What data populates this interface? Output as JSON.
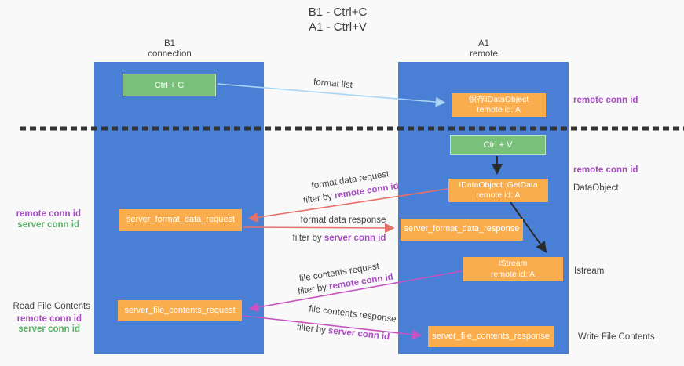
{
  "title": {
    "line1": "B1 - Ctrl+C",
    "line2": "A1 - Ctrl+V"
  },
  "columns": {
    "left": {
      "name": "B1",
      "subtitle": "connection"
    },
    "right": {
      "name": "A1",
      "subtitle": "remote"
    }
  },
  "boxes": {
    "ctrl_c": {
      "label": "Ctrl + C"
    },
    "save_dataobject": {
      "line1": "保存IDataObject",
      "line2": "remote id: A"
    },
    "ctrl_v": {
      "label": "Ctrl + V"
    },
    "getdata": {
      "line1": "IDataObject::GetData",
      "line2": "remote id: A"
    },
    "format_request": {
      "label": "server_format_data_request"
    },
    "format_response": {
      "label": "server_format_data_response"
    },
    "istream": {
      "line1": "IStream",
      "line2": "remote id: A"
    },
    "file_request": {
      "label": "server_file_contents_request"
    },
    "file_response": {
      "label": "server_file_contents_response"
    }
  },
  "flow_labels": {
    "format_list": "format list",
    "format_data_request": "format data request",
    "format_data_request_filter_prefix": "filter by ",
    "format_data_request_filter_key": "remote conn id",
    "format_data_response": "format data response",
    "format_data_response_filter_prefix": "filter by ",
    "format_data_response_filter_key": "server conn id",
    "file_contents_request": "file contents request",
    "file_contents_request_filter_prefix": "filter by ",
    "file_contents_request_filter_key": "remote conn id",
    "file_contents_response": "file contents response",
    "file_contents_response_filter_prefix": "filter by ",
    "file_contents_response_filter_key": "server conn id"
  },
  "side_labels": {
    "right_top_remote_conn_id": "remote conn id",
    "right_mid_remote_conn_id": "remote conn id",
    "dataobject": "DataObject",
    "istream": "Istream",
    "write_file_contents": "Write File Contents",
    "left_format_remote_conn_id": "remote conn id",
    "left_format_server_conn_id": "server conn id",
    "read_file_contents": "Read File Contents",
    "left_file_remote_conn_id": "remote conn id",
    "left_file_server_conn_id": "server conn id"
  },
  "colors": {
    "lifeline_blue": "#4a7fd6",
    "box_green": "#79c17b",
    "box_orange": "#f9ad4d",
    "arrow_light_blue": "#a9d5f3",
    "arrow_red": "#e7706b",
    "arrow_magenta": "#c653c1",
    "arrow_black": "#2b2b2b",
    "divider_black": "#333333",
    "text_purple": "#a64dc1",
    "text_green": "#55b065"
  }
}
